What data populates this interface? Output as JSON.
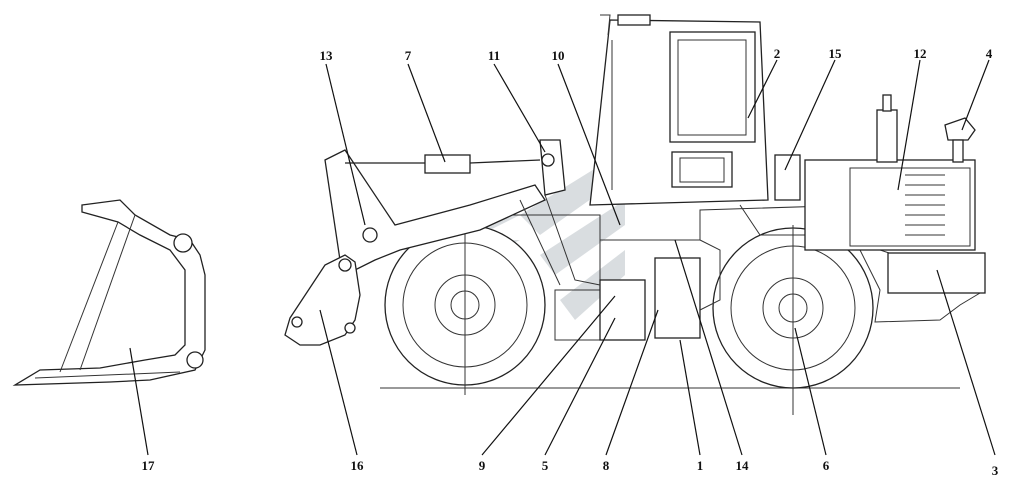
{
  "labels": [
    {
      "text": "13"
    },
    {
      "text": "7"
    },
    {
      "text": "11"
    },
    {
      "text": "10"
    },
    {
      "text": "2"
    },
    {
      "text": "15"
    },
    {
      "text": "12"
    },
    {
      "text": "4"
    },
    {
      "text": "17"
    },
    {
      "text": "16"
    },
    {
      "text": "9"
    },
    {
      "text": "5"
    },
    {
      "text": "8"
    },
    {
      "text": "1"
    },
    {
      "text": "14"
    },
    {
      "text": "6"
    },
    {
      "text": "3"
    }
  ]
}
